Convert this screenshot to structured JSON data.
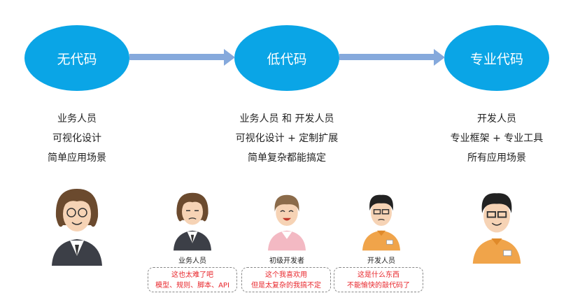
{
  "stages": [
    {
      "title": "无代码",
      "desc": [
        "业务人员",
        "可视化设计",
        "简单应用场景"
      ]
    },
    {
      "title": "低代码",
      "desc": [
        "业务人员 和 开发人员",
        "可视化设计 + 定制扩展",
        "简单复杂都能搞定"
      ]
    },
    {
      "title": "专业代码",
      "desc": [
        "开发人员",
        "专业框架 + 专业工具",
        "所有应用场景"
      ]
    }
  ],
  "personas": [
    {
      "label": "业务人员",
      "comment": [
        "这也太难了吧",
        "模型、规则、脚本、API"
      ]
    },
    {
      "label": "初级开发者",
      "comment": [
        "这个我喜欢用",
        "但是太复杂的我搞不定"
      ]
    },
    {
      "label": "开发人员",
      "comment": [
        "这是什么东西",
        "不能愉快的敲代码了"
      ]
    }
  ],
  "colors": {
    "stage": "#0aa5e6",
    "arrow": "#85a9dc",
    "comment": "#e8262b"
  }
}
